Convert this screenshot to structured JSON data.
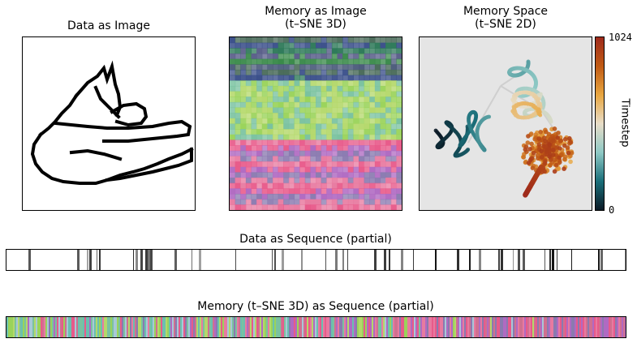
{
  "titles": {
    "data_image": "Data as Image",
    "memory_image_line1": "Memory as Image",
    "memory_image_line2": "(t–SNE 3D)",
    "memory_space_line1": "Memory Space",
    "memory_space_line2": "(t–SNE 2D)",
    "data_sequence": "Data as Sequence (partial)",
    "memory_sequence": "Memory (t–SNE 3D) as Sequence (partial)"
  },
  "colorbar": {
    "label": "Timestep",
    "tick_max": "1024",
    "tick_min": "0",
    "colormap_stops": [
      "#0b1a26",
      "#1a6f7a",
      "#8fc9c5",
      "#e8ddc8",
      "#e8a640",
      "#c05a14",
      "#9e2a1c"
    ]
  },
  "chart_data": [
    {
      "type": "heatmap",
      "name": "data-as-image",
      "description_values": "binary line drawing of a cat",
      "colors": {
        "ink": "#000000",
        "background": "#ffffff"
      }
    },
    {
      "type": "heatmap",
      "name": "memory-as-image",
      "colors": {
        "top_bands": [
          "#4a6b5a",
          "#3a4f8a",
          "#2f7a5a",
          "#5a5f8a",
          "#3a8a4a",
          "#4a5a7a"
        ],
        "middle": [
          "#9ad35a",
          "#7ac2a0",
          "#b4d86a"
        ],
        "bottom": [
          "#e85a8a",
          "#b06ac2",
          "#8a7ab0",
          "#e87aa0"
        ]
      }
    },
    {
      "type": "scatter",
      "name": "memory-space",
      "background": "#e5e5e5",
      "colored_by": "Timestep",
      "range": [
        0,
        1024
      ]
    },
    {
      "type": "heatmap",
      "name": "data-as-sequence",
      "colors": {
        "ink": "#222222",
        "background": "#ffffff"
      }
    },
    {
      "type": "heatmap",
      "name": "memory-as-sequence",
      "colors": {
        "start": "#9ad35a",
        "mid": "#a8c8d8",
        "end": "#e85a8a"
      }
    }
  ]
}
